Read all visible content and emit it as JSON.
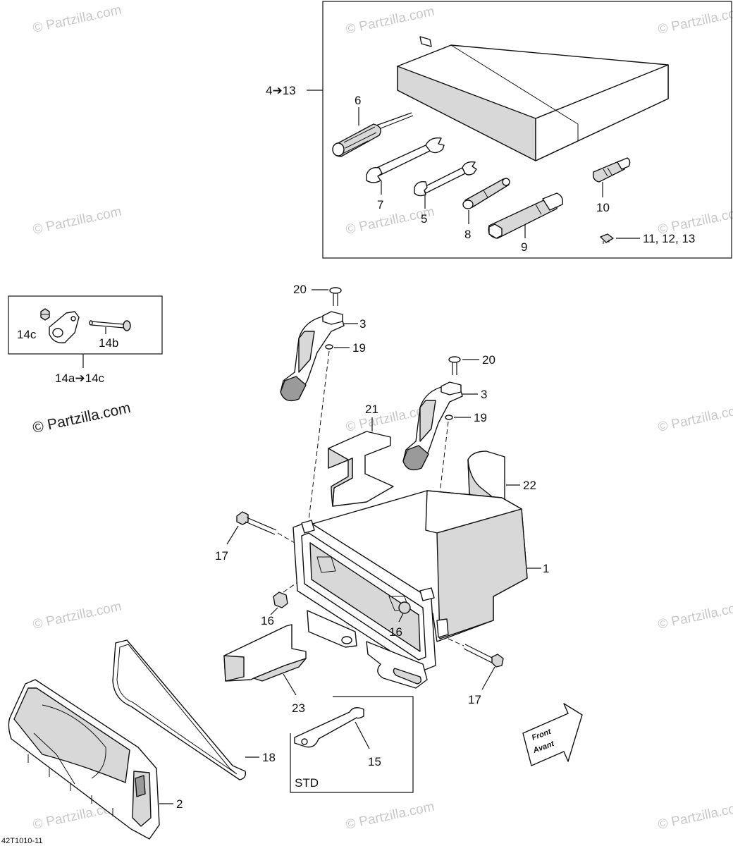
{
  "watermark": "© Partzilla.com",
  "diagram_code": "42T1010-11",
  "tool_kit": {
    "range_label": "4➔13",
    "callouts": [
      "6",
      "7",
      "5",
      "8",
      "9",
      "10",
      "11, 12, 13"
    ]
  },
  "bracket_kit": {
    "range_label": "14a➔14c",
    "callouts": [
      "14c",
      "14b"
    ]
  },
  "std_box": {
    "label": "STD",
    "callout": "15"
  },
  "front_arrow": {
    "line1": "Front",
    "line2": "Avant"
  },
  "callouts": {
    "c20a": "20",
    "c3a": "3",
    "c19a": "19",
    "c20b": "20",
    "c3b": "3",
    "c19b": "19",
    "c21": "21",
    "c22": "22",
    "c1": "1",
    "c17a": "17",
    "c16a": "16",
    "c16b": "16",
    "c17b": "17",
    "c23": "23",
    "c18": "18",
    "c2": "2"
  }
}
